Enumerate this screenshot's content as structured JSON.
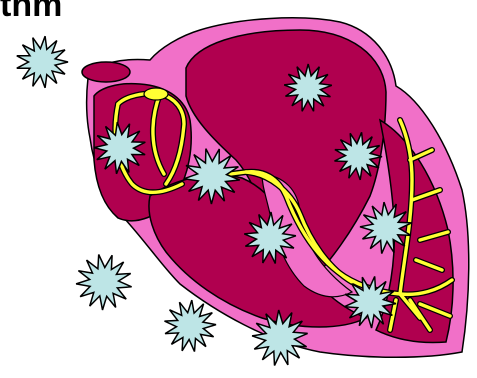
{
  "diagram": {
    "title": "thm",
    "colors": {
      "heart_outer": "#f170c8",
      "chamber": "#b0004f",
      "conduction": "#ffff33",
      "star_fill": "#bde5e6",
      "outline": "#000000"
    },
    "symbols": {
      "heart": "heart-illustration",
      "conduction_pathway": "conduction-pathway",
      "spark": "spark-burst-icon"
    }
  }
}
